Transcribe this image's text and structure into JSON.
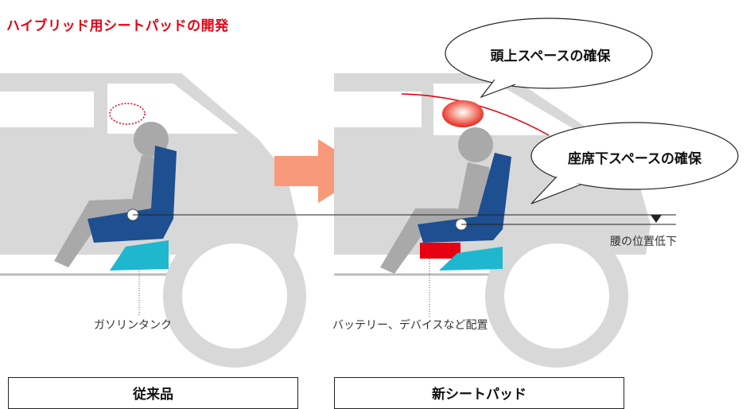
{
  "title": "ハイブリッド用シートパッドの開発",
  "bubbles": {
    "headroom": "頭上スペースの確保",
    "underseat": "座席下スペースの確保"
  },
  "labels": {
    "fuel_tank": "ガソリンタンク",
    "battery": "バッテリー、デバイスなど配置",
    "hip_lower": "腰の位置低下"
  },
  "captions": {
    "conventional": "従来品",
    "new": "新シートパッド"
  },
  "colors": {
    "title": "#e60012",
    "car_body": "#d8d8d8",
    "seat": "#1d4f91",
    "tank": "#1fb7cf",
    "battery": "#e60012",
    "arrow": "#f7997a"
  }
}
